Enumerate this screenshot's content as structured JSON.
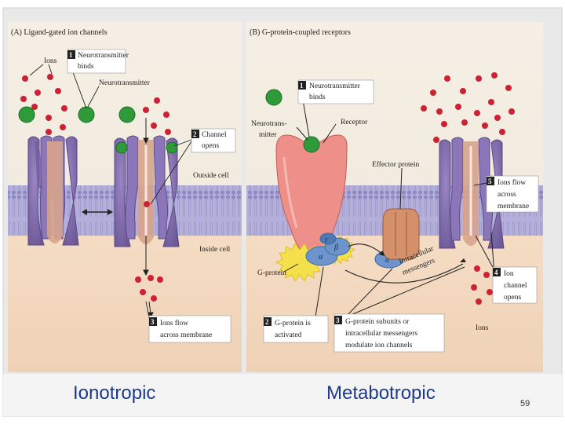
{
  "panel_a": {
    "title": "(A) Ligand-gated ion channels",
    "ions_label": "Ions",
    "step1_num": "1",
    "step1_text": [
      "Neurotransmitter",
      "binds"
    ],
    "neurotransmitter_label": "Neurotransmitter",
    "step2_num": "2",
    "step2_text": [
      "Channel",
      "opens"
    ],
    "outside_label": "Outside cell",
    "inside_label": "Inside cell",
    "step3_num": "3",
    "step3_text": [
      "Ions flow",
      "across membrane"
    ]
  },
  "panel_b": {
    "title": "(B) G-protein-coupled receptors",
    "step1_num": "1",
    "step1_text": [
      "Neurotransmitter",
      "binds"
    ],
    "neurotransmitter_label": [
      "Neurotrans-",
      "mitter"
    ],
    "receptor_label": "Receptor",
    "effector_label": "Effector protein",
    "step5_num": "5",
    "step5_text": [
      "Ions flow",
      "across",
      "membrane"
    ],
    "subunit_beta": "β",
    "subunit_gamma": "γ",
    "subunit_alpha": "α",
    "subunit_alpha2": "α",
    "messengers_label": [
      "Intracellular",
      "messengers"
    ],
    "gprotein_label": "G-protein",
    "step4_num": "4",
    "step4_text": [
      "Ion",
      "channel",
      "opens"
    ],
    "step2_num": "2",
    "step2_text": [
      "G-protein is",
      "activated"
    ],
    "step3_num": "3",
    "step3_text": [
      "G-protein subunits or",
      "intracellular messengers",
      "modulate ion channels"
    ],
    "ions_label": "Ions"
  },
  "captions": {
    "ionotropic": "Ionotropic",
    "metabotropic": "Metabotropic"
  },
  "slide_number": "59",
  "colors": {
    "outside_bg": "#f3ece0",
    "inside_bg": "#f3dcc6",
    "membrane": "#a9a4d2",
    "channel": "#7e6aab",
    "receptor": "#ee8f8a",
    "effector": "#d48f6b",
    "gprotein": "#6d95cc",
    "ion": "#cc2233",
    "neurotransmitter": "#2f9a3a",
    "caption_blue": "#1d3a8a"
  }
}
